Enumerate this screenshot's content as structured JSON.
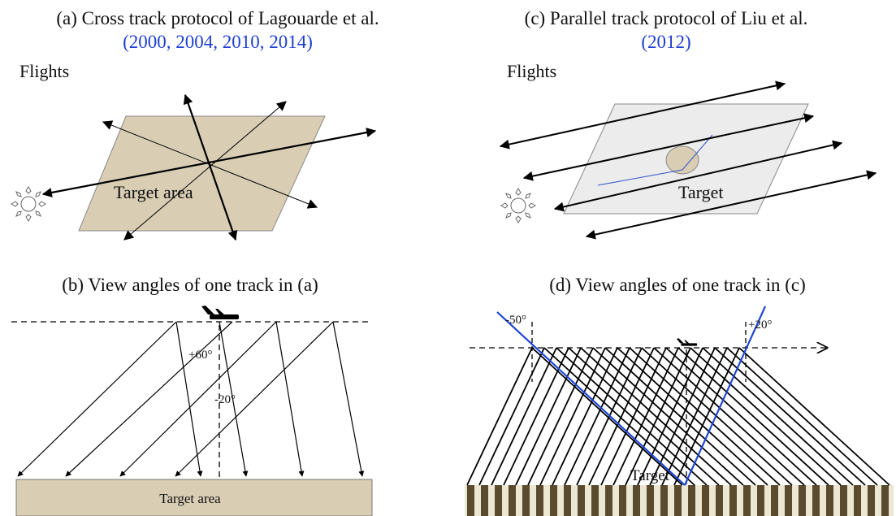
{
  "panel_a": {
    "title_line1": "(a)  Cross track protocol of Lagouarde et al.",
    "title_line2": "(2000, 2004, 2010, 2014)",
    "flights_label": "Flights",
    "target_label": "Target area"
  },
  "panel_b": {
    "title": "(b) View angles of one track in (a)",
    "angle_pos": "+60°",
    "angle_neg": "-20°",
    "target_label": "Target area"
  },
  "panel_c": {
    "title_line1": "(c) Parallel track protocol of Liu et al.",
    "title_line2": "(2012)",
    "flights_label": "Flights",
    "target_label": "Target"
  },
  "panel_d": {
    "title": "(d) View angles of one track in (c)",
    "angle_neg": "-50°",
    "angle_pos": "+20°",
    "target_label": "Target"
  },
  "colors": {
    "target_area_fill": "#d9cdb4",
    "target_grey_fill": "#ececec",
    "ground_dark": "#5a4a2e",
    "ground_light": "#ece7d3",
    "limit_line": "#1f45d6",
    "citation_text": "#1f3fd1"
  },
  "icons": [
    "sun-icon",
    "airplane-icon"
  ]
}
